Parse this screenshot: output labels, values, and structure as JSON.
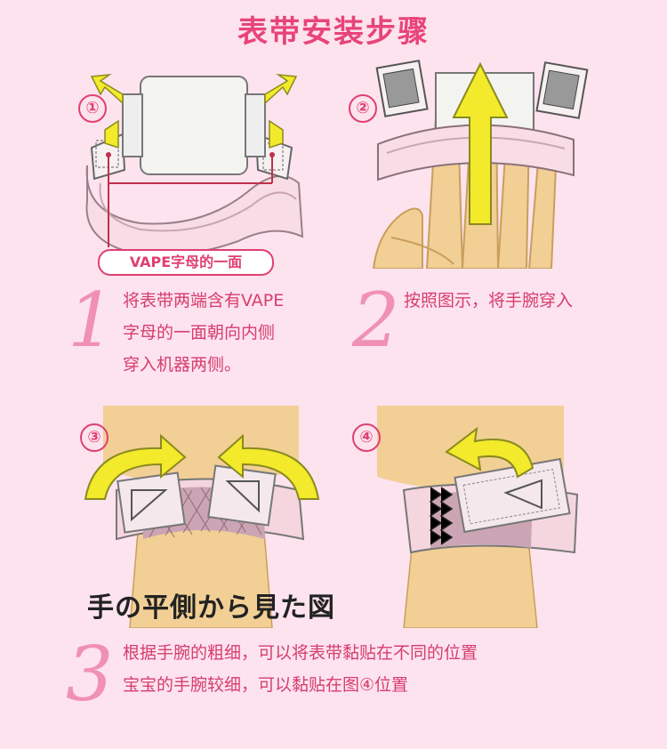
{
  "title": "表带安装步骤",
  "panels": {
    "p1": {
      "badge": "①",
      "callout": "VAPE字母的一面"
    },
    "p2": {
      "badge": "②"
    },
    "p3": {
      "badge": "③",
      "caption": "手の平側から見た図"
    },
    "p4": {
      "badge": "④"
    }
  },
  "steps": [
    {
      "number": "1",
      "lines": [
        "将表带两端含有VAPE",
        "字母的一面朝向内侧",
        "穿入机器两侧。"
      ]
    },
    {
      "number": "2",
      "lines": [
        "按照图示，将手腕穿入"
      ]
    },
    {
      "number": "3",
      "lines": [
        "根据手腕的粗细，可以将表带黏贴在不同的位置",
        "宝宝的手腕较细，可以黏贴在图④位置"
      ]
    }
  ],
  "colors": {
    "accent": "#e8447a",
    "background": "#fde3ee",
    "step_number": "#f090b5"
  }
}
